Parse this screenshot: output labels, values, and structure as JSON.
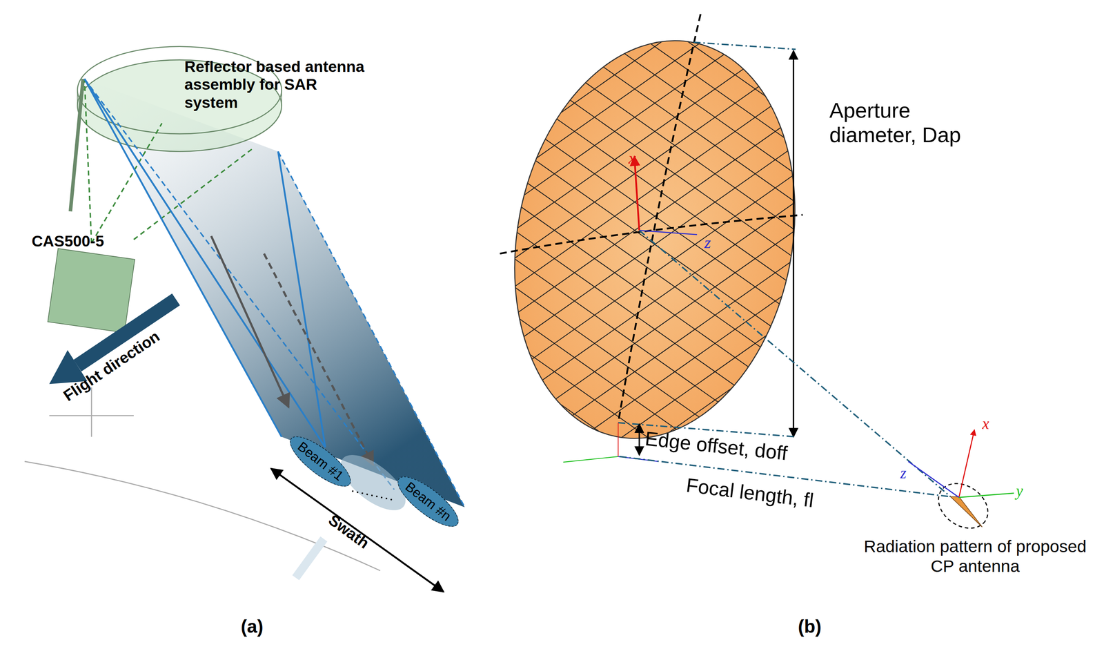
{
  "diagram": {
    "nodes": [
      {
        "text": [
          "Beam #1"
        ]
      },
      {
        "text": [
          "Beam #n"
        ]
      }
    ],
    "edges": [],
    "labels": [
      "Reflector based antenna assembly for SAR system",
      "CAS500-5",
      "Flight direction",
      "Swath",
      "(a)",
      "x",
      "z",
      "Aperture diameter, Dap",
      "Edge offset, doff",
      "Focal length, fl",
      "z",
      "x",
      "y",
      "Radiation pattern of proposed CP antenna",
      "(b)"
    ]
  }
}
